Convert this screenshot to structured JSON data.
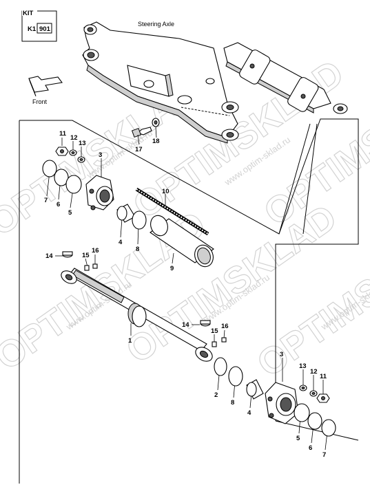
{
  "kit": {
    "title": "KIT",
    "code_prefix": "K1",
    "code_number": "901"
  },
  "captions": {
    "steering_axle": "Steering Axle",
    "front": "Front"
  },
  "watermark": {
    "brand": "OPTIMSKLAD",
    "url": "www.optim-sklad.ru"
  },
  "callouts": {
    "c11a": "11",
    "c12a": "12",
    "c13a": "13",
    "c3a": "3",
    "c7a": "7",
    "c6a": "6",
    "c5a": "5",
    "c17": "17",
    "c18": "18",
    "c10": "10",
    "c4a": "4",
    "c8a": "8",
    "c9": "9",
    "c14a": "14",
    "c15a": "15",
    "c16a": "16",
    "c1": "1",
    "c14b": "14",
    "c15b": "15",
    "c16b": "16",
    "c2": "2",
    "c8b": "8",
    "c4b": "4",
    "c3b": "3",
    "c13b": "13",
    "c12b": "12",
    "c11b": "11",
    "c5b": "5",
    "c6b": "6",
    "c7b": "7"
  }
}
